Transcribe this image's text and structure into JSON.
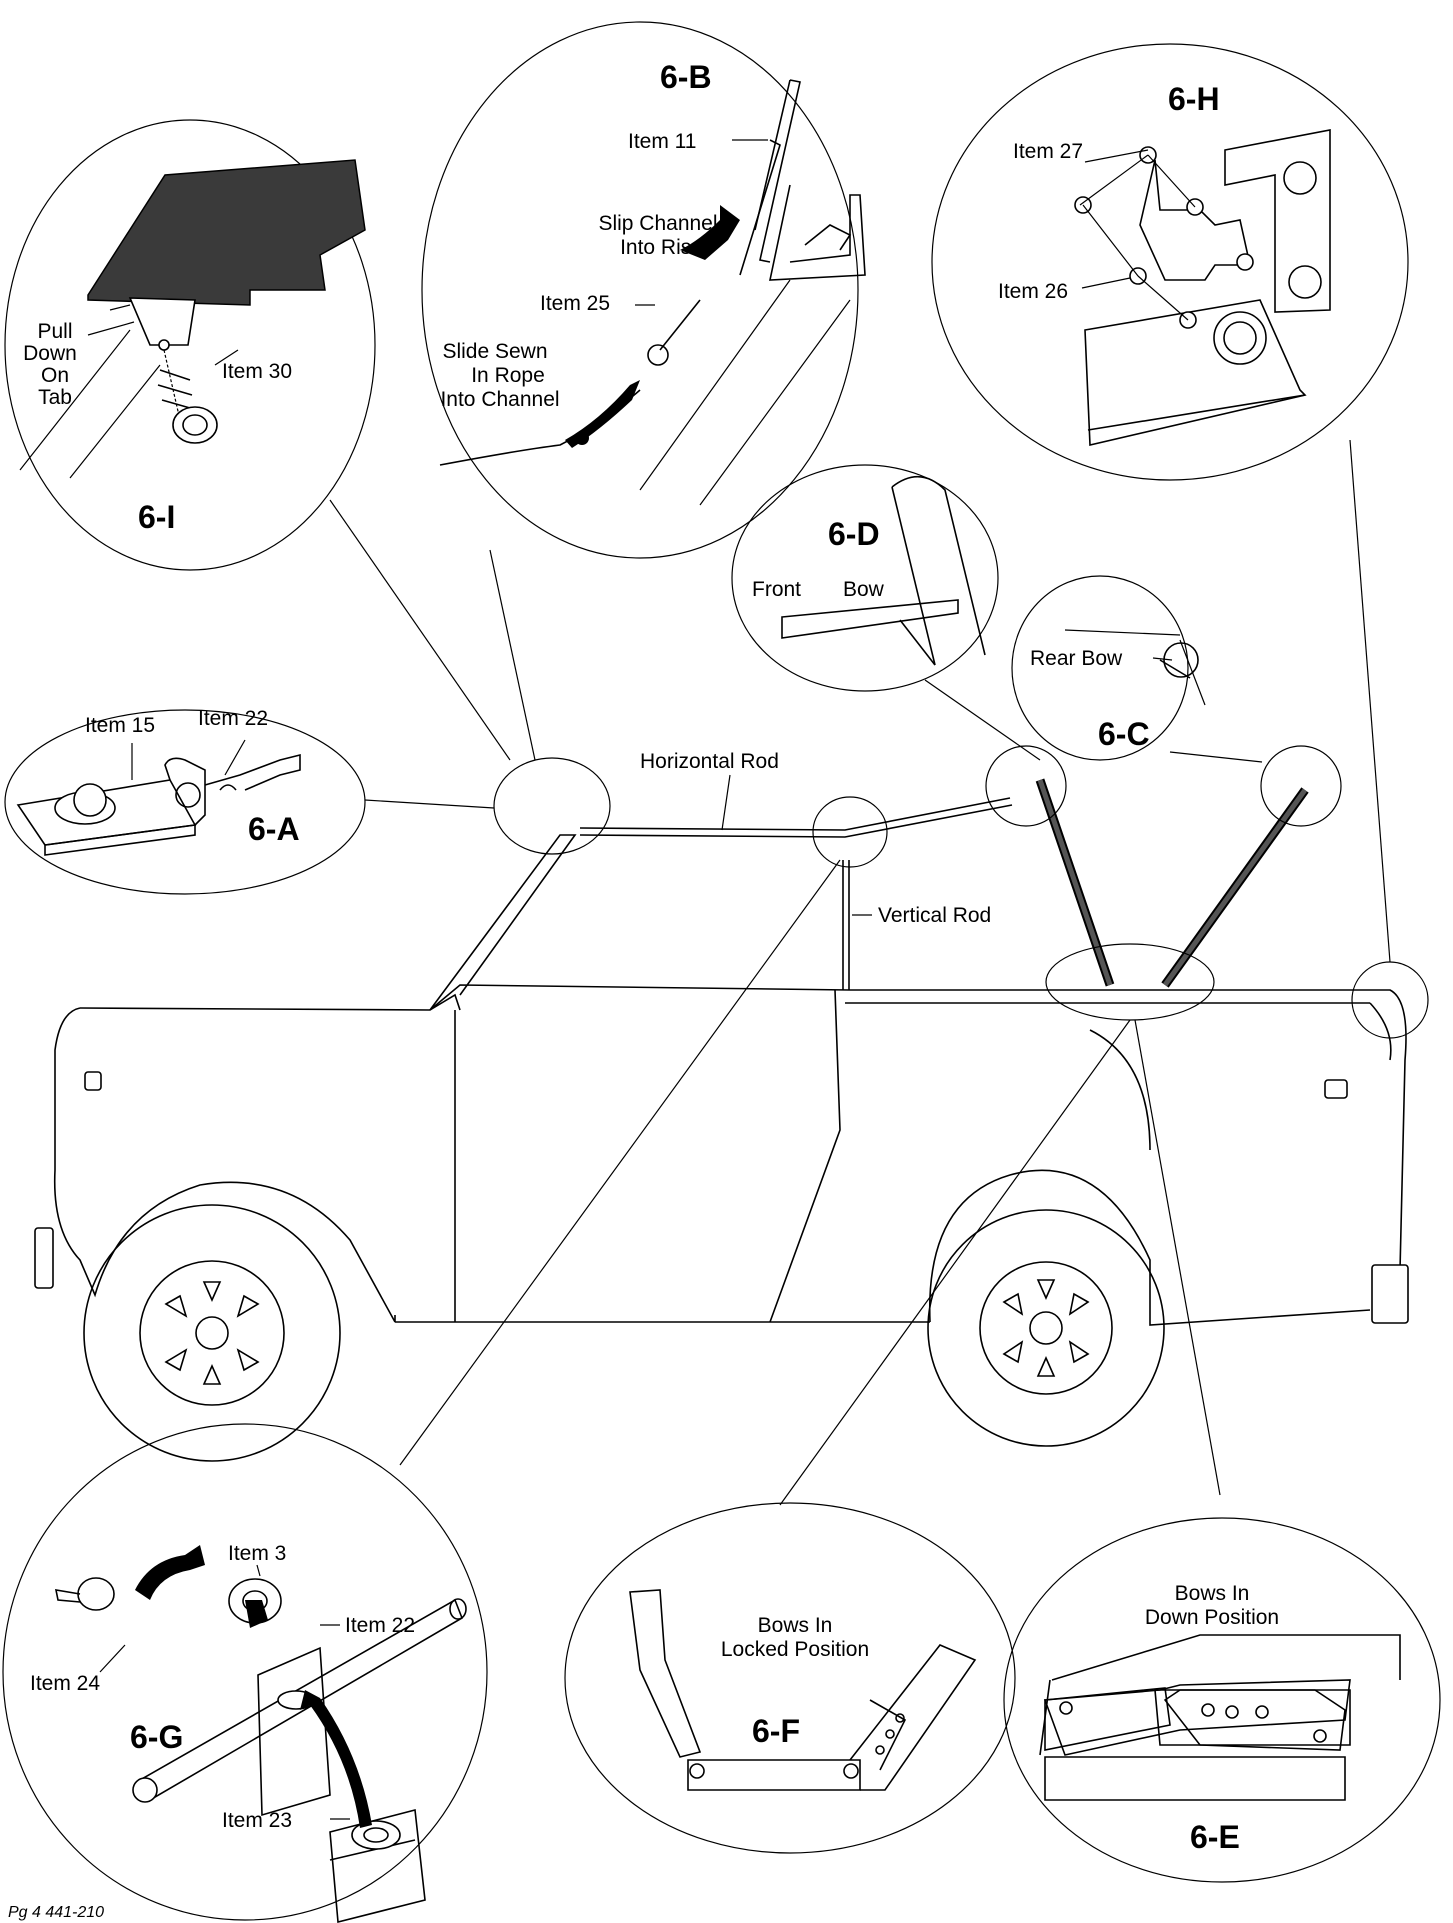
{
  "footer": {
    "page_ref": "Pg 4 441-210"
  },
  "labels": {
    "horizontal_rod": "Horizontal Rod",
    "vertical_rod": "Vertical Rod"
  },
  "detail_6A": {
    "tag": "6-A",
    "item15": "Item 15",
    "item22": "Item 22"
  },
  "detail_6B": {
    "tag": "6-B",
    "item11": "Item 11",
    "item25": "Item 25",
    "slip_line1": "Slip Channel",
    "slip_line2": "Into Riser",
    "slide_line1": "Slide Sewn",
    "slide_line2": "In Rope",
    "slide_line3": "Into Channel"
  },
  "detail_6C": {
    "tag": "6-C",
    "rear_bow": "Rear Bow"
  },
  "detail_6D": {
    "tag": "6-D",
    "front": "Front",
    "bow": "Bow"
  },
  "detail_6E": {
    "tag": "6-E",
    "line1": "Bows In",
    "line2": "Down Position"
  },
  "detail_6F": {
    "tag": "6-F",
    "line1": "Bows In",
    "line2": "Locked Position"
  },
  "detail_6G": {
    "tag": "6-G",
    "item3": "Item 3",
    "item22": "Item 22",
    "item24": "Item 24",
    "item23": "Item 23"
  },
  "detail_6H": {
    "tag": "6-H",
    "item27": "Item 27",
    "item26": "Item 26"
  },
  "detail_6I": {
    "tag": "6-I",
    "pull_line1": "Pull",
    "pull_line2": "Down",
    "pull_line3": "On",
    "pull_line4": "Tab",
    "item30": "Item 30"
  }
}
